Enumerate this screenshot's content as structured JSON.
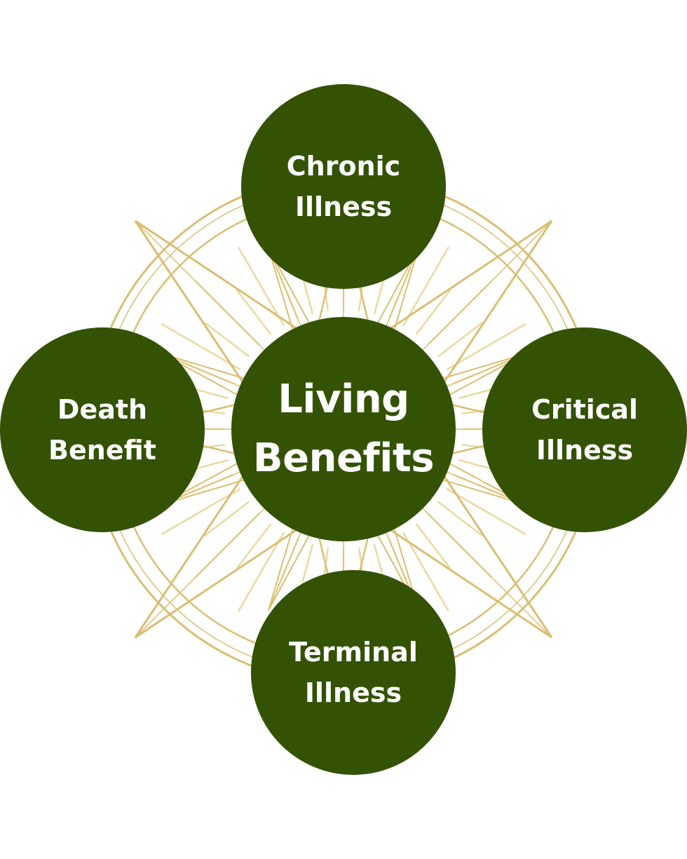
{
  "center": {
    "line1": "Living",
    "line2": "Benefits"
  },
  "nodes": {
    "top": {
      "line1": "Chronic",
      "line2": "Illness"
    },
    "right": {
      "line1": "Critical",
      "line2": "Illness"
    },
    "bottom": {
      "line1": "Terminal",
      "line2": "Illness"
    },
    "left": {
      "line1": "Death",
      "line2": "Benefit"
    }
  },
  "colors": {
    "circle_fill": "#335203",
    "circle_text": "#ffffff",
    "ornament_gold": "#d9bf72",
    "ornament_light_gold": "#ecd9a0",
    "background": "#ffffff"
  },
  "icons": {
    "background_ornament": "compass-rose"
  }
}
